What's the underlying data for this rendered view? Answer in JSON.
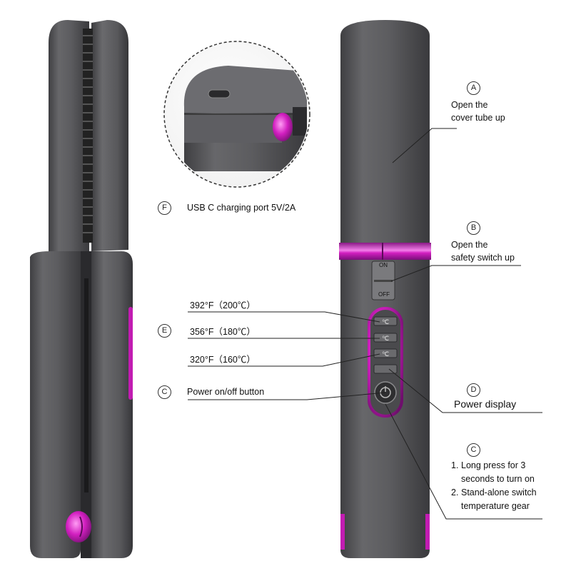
{
  "callouts": {
    "A": {
      "letter": "A",
      "line1": "Open the",
      "line2": "cover tube up"
    },
    "B": {
      "letter": "B",
      "line1": "Open the",
      "line2": "safety switch up"
    },
    "C_power": {
      "letter": "C",
      "text": "Power on/off button"
    },
    "D": {
      "letter": "D",
      "text": "Power display"
    },
    "C_steps": {
      "letter": "C",
      "items": [
        {
          "num": "1.",
          "line1": "Long press for 3",
          "line2": "seconds to turn on"
        },
        {
          "num": "2.",
          "line1": "Stand-alone switch",
          "line2": "temperature gear"
        }
      ]
    },
    "E": {
      "letter": "E"
    },
    "F": {
      "letter": "F",
      "text": "USB C charging port 5V/2A"
    }
  },
  "temperatures": [
    {
      "label": "392°F（200℃）"
    },
    {
      "label": "356°F（180℃）"
    },
    {
      "label": "320°F（160℃）"
    }
  ],
  "switch": {
    "on_label": "ON",
    "off_label": "OFF"
  },
  "colors": {
    "body": "#5b5b5e",
    "accent": "#d21fc0",
    "line": "#222222"
  }
}
